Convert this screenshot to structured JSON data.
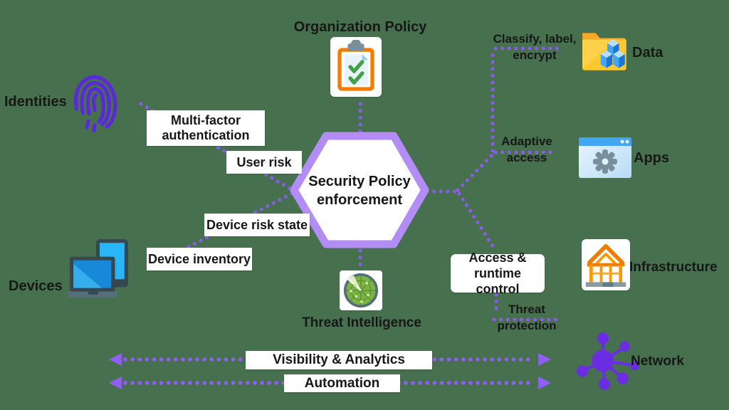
{
  "colors": {
    "background": "#47714e",
    "dotted_line": "#8c5bee",
    "hexagon_border": "#b38df5",
    "text": "#171717",
    "fingerprint_purple": "#5a2ad4",
    "network_purple": "#6a2de2",
    "device_blue": "#29b6f6",
    "folder_yellow": "#fdc830",
    "clipboard_orange": "#f57c00",
    "radar_green": "#7cb342",
    "house_orange": "#ef7d00"
  },
  "hexagon": {
    "label": "Security Policy enforcement"
  },
  "nodes": {
    "organization_policy": "Organization Policy",
    "threat_intelligence": "Threat Intelligence",
    "identities": "Identities",
    "devices": "Devices",
    "data": "Data",
    "apps": "Apps",
    "infrastructure": "Infrastructure",
    "network": "Network"
  },
  "edge_labels": {
    "multi_factor": "Multi-factor authentication",
    "user_risk": "User risk",
    "device_risk_state": "Device risk state",
    "device_inventory": "Device inventory",
    "classify_label_encrypt": "Classify, label, encrypt",
    "adaptive_access": "Adaptive access",
    "access_runtime_control": "Access & runtime control",
    "threat_protection": "Threat protection"
  },
  "bars": {
    "visibility_analytics": "Visibility & Analytics",
    "automation": "Automation"
  }
}
